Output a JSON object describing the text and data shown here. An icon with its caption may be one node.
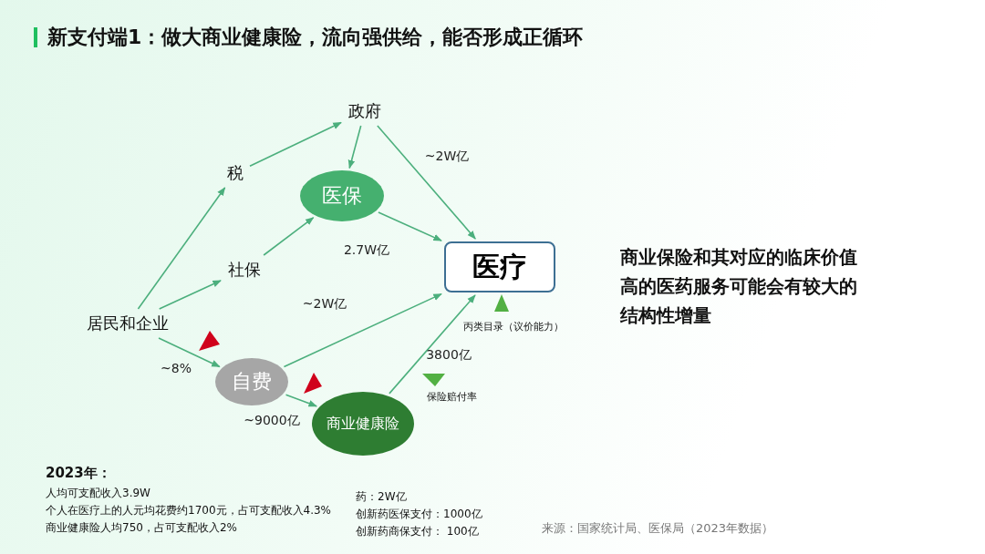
{
  "diagram": {
    "title": "新支付端1：做大商业健康险，流向强供给，能否形成正循环",
    "caption": "来源：国家统计局、医保局（2023年数据）",
    "nodes": [
      {
        "text": [
          "政府"
        ]
      },
      {
        "text": [
          "税"
        ]
      },
      {
        "text": [
          "医保"
        ]
      },
      {
        "text": [
          "社保"
        ]
      },
      {
        "text": [
          "医疗"
        ]
      },
      {
        "text": [
          "居民和企业"
        ]
      },
      {
        "text": [
          "自费"
        ]
      },
      {
        "text": [
          "商业健康险"
        ]
      }
    ],
    "edges": [
      {
        "from": 5,
        "to": 1,
        "arrow": "to"
      },
      {
        "from": 1,
        "to": 0,
        "arrow": "to"
      },
      {
        "from": 5,
        "to": 3,
        "arrow": "to"
      },
      {
        "from": 3,
        "to": 2,
        "arrow": "to"
      },
      {
        "from": 0,
        "to": 2,
        "arrow": "to"
      },
      {
        "from": 0,
        "to": 4,
        "arrow": "to",
        "label": "~2W亿"
      },
      {
        "from": 2,
        "to": 4,
        "arrow": "to",
        "label": "2.7W亿"
      },
      {
        "from": 5,
        "to": 6,
        "arrow": "to",
        "label": "~8%"
      },
      {
        "from": 6,
        "to": 4,
        "arrow": "to",
        "label": "~2W亿"
      },
      {
        "from": 6,
        "to": 7,
        "arrow": "to",
        "label": "~9000亿"
      },
      {
        "from": 7,
        "to": 4,
        "arrow": "to",
        "label": "3800亿"
      }
    ],
    "labels": [
      "商业保险和其对应的临床价值高的医药服务可能会有较大的结构性增量",
      "丙类目录（议价能力）",
      "保险赔付率",
      "2023年：",
      "人均可支配收入3.9W",
      "个人在医疗上的人元均花费约1700元，占可支配收入4.3%",
      "商业健康险人均750，占可支配收入2%",
      "药：2W亿",
      "创新药医保支付：1000亿",
      "创新药商保支付： 100亿"
    ]
  }
}
